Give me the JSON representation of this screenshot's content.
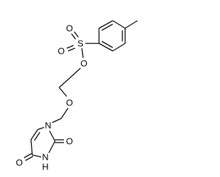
{
  "atom_labels": {
    "s1": "S",
    "o_sulfonyl_top": "O",
    "o_sulfonyl_left": "O",
    "o_ester": "O",
    "o_ether": "O",
    "n1": "N",
    "o_c2": "O",
    "n3h": "N",
    "n3h_h": "H",
    "o_c4": "O"
  }
}
